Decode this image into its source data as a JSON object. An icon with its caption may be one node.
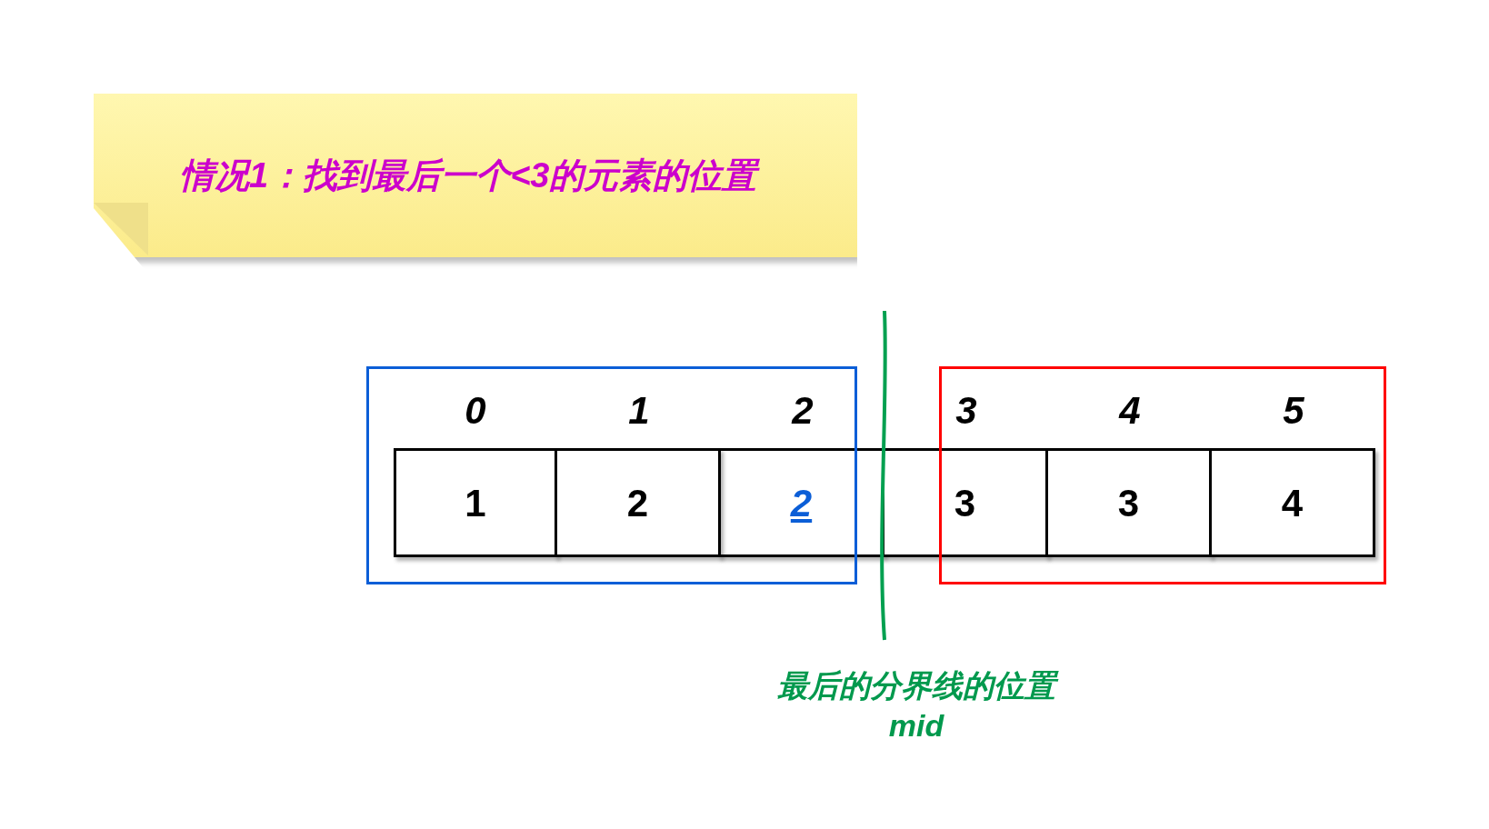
{
  "diagram": {
    "nodes": [
      {
        "text": [
          "情况1：找到最后一个<3的元素的位置"
        ]
      },
      {
        "text": [],
        "shape": "box"
      },
      {
        "text": [],
        "shape": "box"
      },
      {
        "text": [
          "1"
        ],
        "in": 1
      },
      {
        "text": [
          "2"
        ],
        "in": 1
      },
      {
        "text": [
          "2"
        ]
      },
      {
        "text": [
          "3"
        ]
      },
      {
        "text": [
          "3"
        ],
        "in": 2
      },
      {
        "text": [
          "4"
        ],
        "in": 2
      }
    ],
    "edges": [],
    "labels": [
      "0",
      "1",
      "2",
      "3",
      "4",
      "5",
      "最后的分界线的位置",
      "mid"
    ]
  }
}
